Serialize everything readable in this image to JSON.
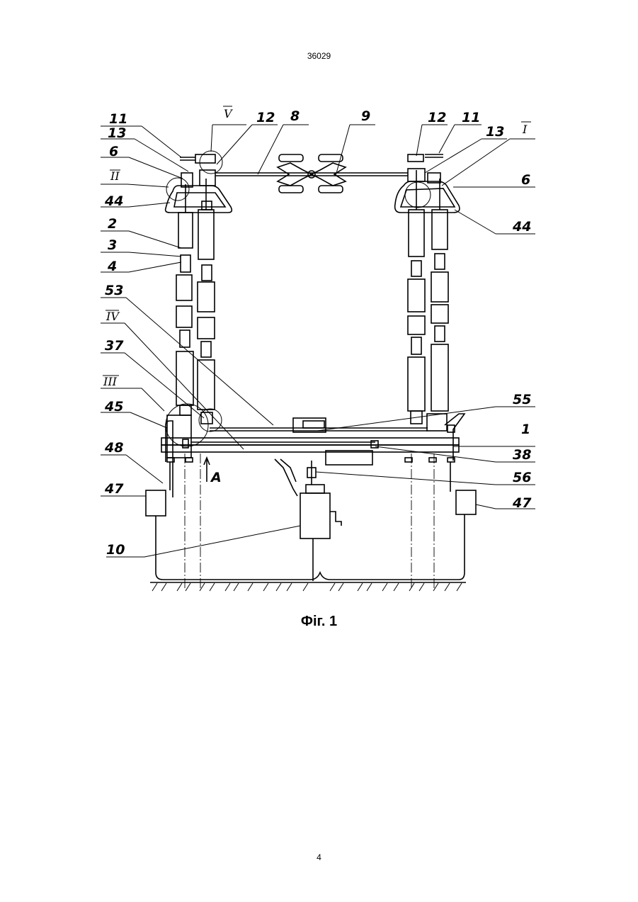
{
  "header": {
    "doc_number": "36029"
  },
  "figure": {
    "caption": "Фіг. 1"
  },
  "footer": {
    "page_number": "4"
  },
  "labels": {
    "l11": "11",
    "l13": "13",
    "l6": "6",
    "lII": "II",
    "l44": "44",
    "l2": "2",
    "l3": "3",
    "l4": "4",
    "l53": "53",
    "lIV": "IV",
    "l37": "37",
    "lIII": "III",
    "l45": "45",
    "l48": "48",
    "l47": "47",
    "lV": "V",
    "l12": "12",
    "l8": "8",
    "l9": "9",
    "r12": "12",
    "r11": "11",
    "r13": "13",
    "rI": "I",
    "r6": "6",
    "r44": "44",
    "r55": "55",
    "r1": "1",
    "r38": "38",
    "r56": "56",
    "r47": "47",
    "l10": "10",
    "lA": "A"
  }
}
